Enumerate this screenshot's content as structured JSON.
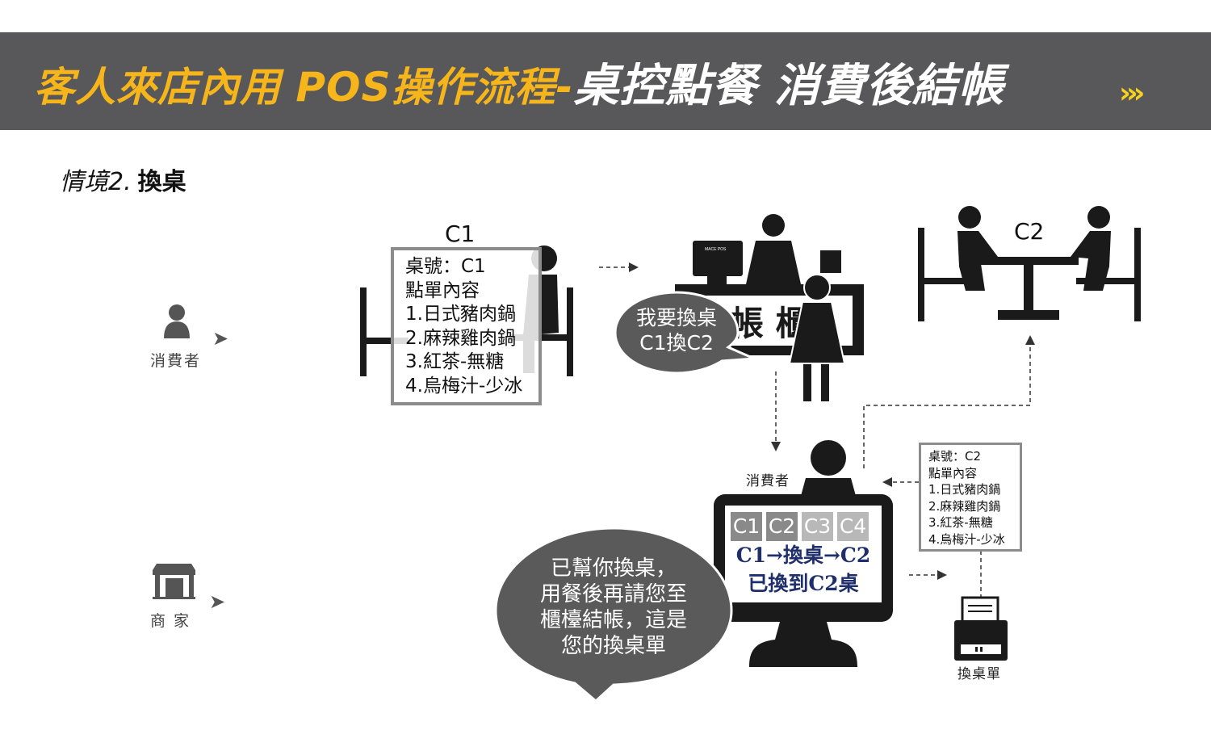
{
  "header": {
    "title_part1": "客人來店內用 POS操作流程-",
    "title_part2": "桌控點餐 消費後結帳",
    "arrows": "›››"
  },
  "scenario": {
    "number": "情境2.",
    "name": "換桌"
  },
  "roles": {
    "consumer": "消費者",
    "merchant": "商 家"
  },
  "tables": {
    "left_label": "C1",
    "right_label": "C2"
  },
  "order_c1": {
    "lines": [
      "桌號：C1",
      "點單內容",
      "1.日式豬肉鍋",
      "2.麻辣雞肉鍋",
      "3.紅茶-無糖",
      "4.烏梅汁-少冰"
    ]
  },
  "order_c2": {
    "lines": [
      "桌號：C2",
      "點單內容",
      "1.日式豬肉鍋",
      "2.麻辣雞肉鍋",
      "3.紅茶-無糖",
      "4.烏梅汁-少冰"
    ]
  },
  "counter": {
    "pos_brand": "MACE POS",
    "sign_partial": "帳 櫃"
  },
  "customer_bubble": {
    "line1": "我要換桌",
    "line2": "C1換C2"
  },
  "staff_bubble": {
    "line1": "已幫你換桌，",
    "line2": "用餐後再請您至",
    "line3": "櫃檯結帳，這是",
    "line4": "您的換桌單"
  },
  "screen": {
    "consumer_label": "消費者",
    "tabs": [
      "C1",
      "C2",
      "C3",
      "C4"
    ],
    "transfer_line": "C1→換桌→C2",
    "done_line": "已換到C2桌"
  },
  "printer": {
    "label": "換桌單"
  },
  "colors": {
    "banner": "#58585a",
    "title_accent": "#f7b51c",
    "figure": "#1a1a1a",
    "bubble": "#5a5a5a",
    "screen_text": "#1f2f6b"
  }
}
